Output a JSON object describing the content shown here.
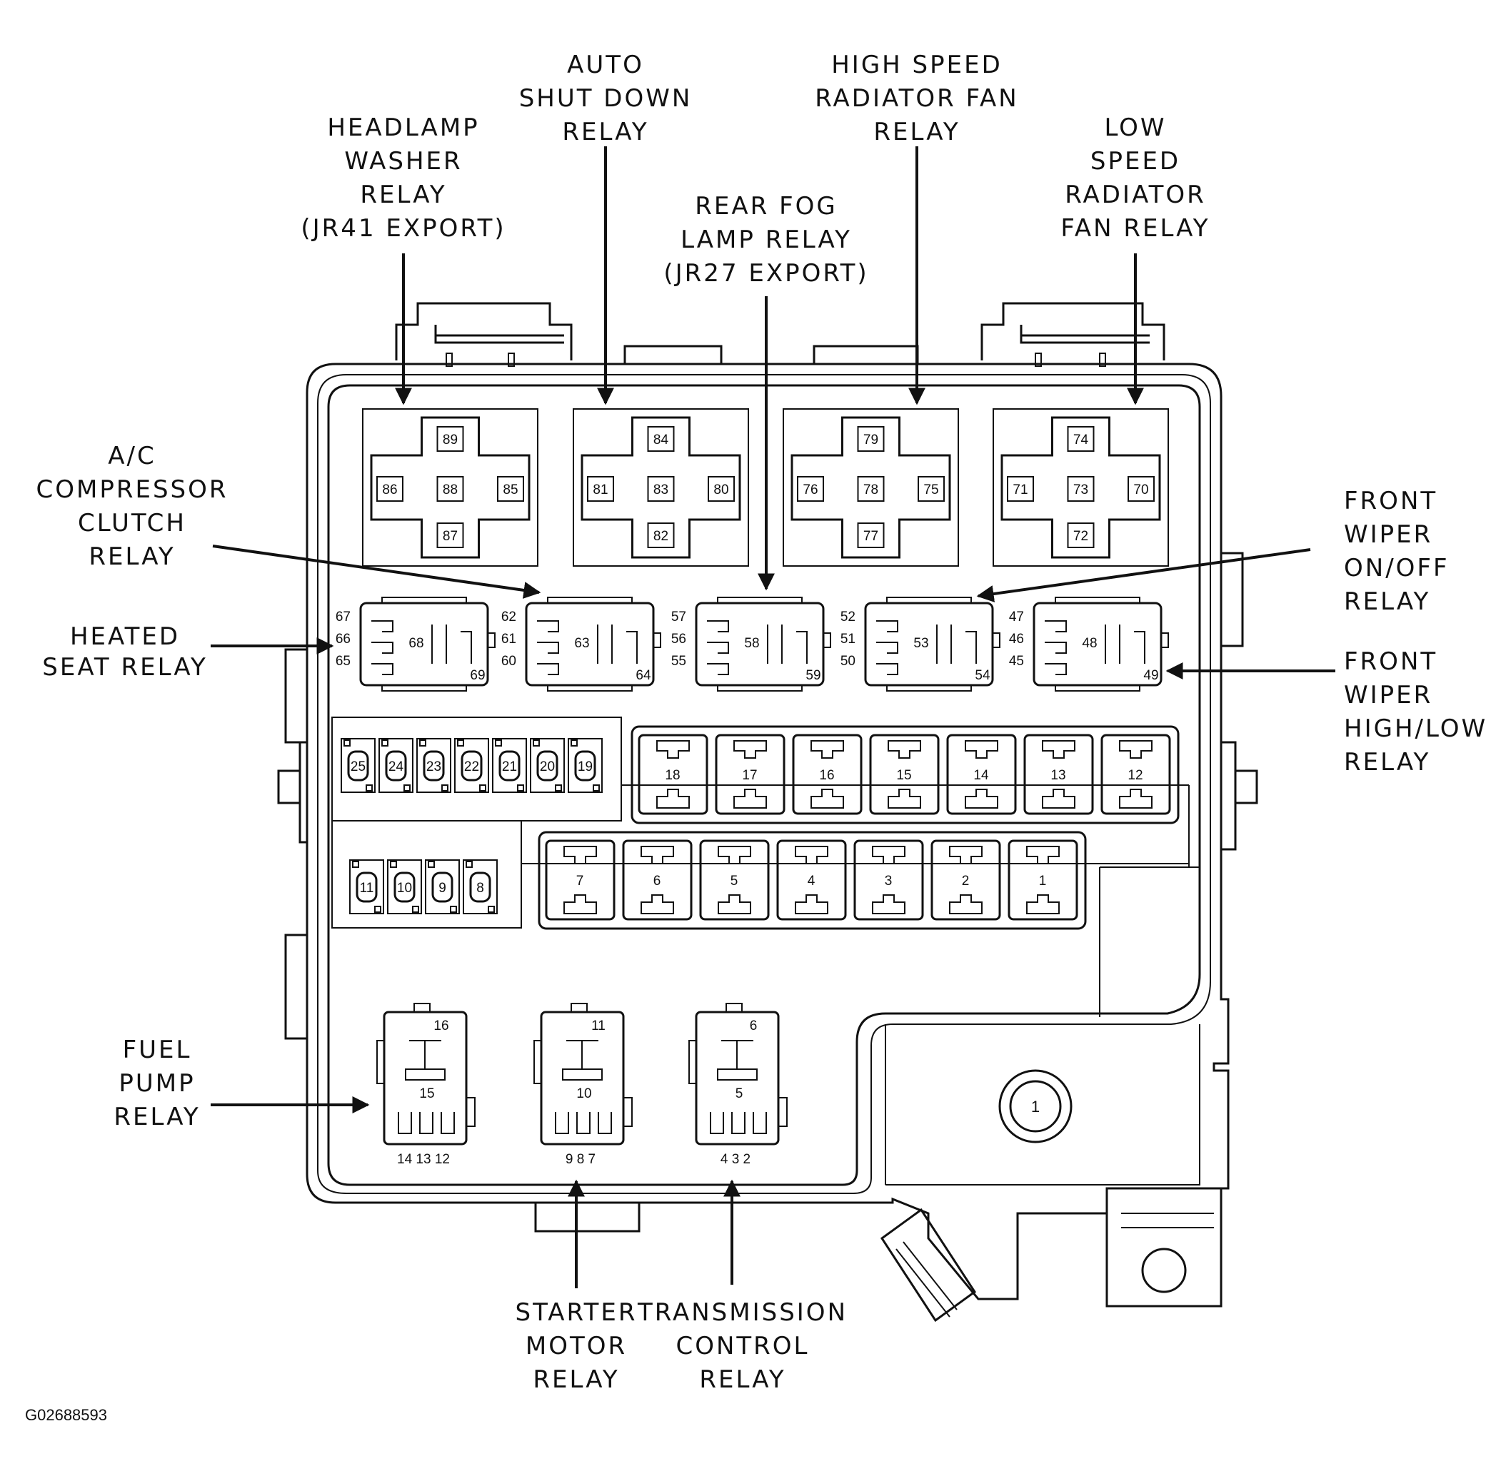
{
  "labels": {
    "headlamp_washer": [
      "HEADLAMP",
      "WASHER",
      "RELAY",
      "(JR41 EXPORT)"
    ],
    "auto_shut_down": [
      "AUTO",
      "SHUT DOWN",
      "RELAY"
    ],
    "high_speed_fan": [
      "HIGH SPEED",
      "RADIATOR FAN",
      "RELAY"
    ],
    "low_speed_fan": [
      "LOW",
      "SPEED",
      "RADIATOR",
      "FAN RELAY"
    ],
    "rear_fog": [
      "REAR FOG",
      "LAMP RELAY",
      "(JR27 EXPORT)"
    ],
    "ac_compressor": [
      "A/C",
      "COMPRESSOR",
      "CLUTCH",
      "RELAY"
    ],
    "heated_seat": [
      "HEATED",
      "SEAT RELAY"
    ],
    "front_wiper_onoff": [
      "FRONT",
      "WIPER",
      "ON/OFF",
      "RELAY"
    ],
    "front_wiper_highlow": [
      "FRONT",
      "WIPER",
      "HIGH/LOW",
      "RELAY"
    ],
    "fuel_pump": [
      "FUEL",
      "PUMP",
      "RELAY"
    ],
    "starter_motor": [
      "STARTER",
      "MOTOR",
      "RELAY"
    ],
    "transmission_control": [
      "TRANSMISSION",
      "CONTROL",
      "RELAY"
    ]
  },
  "large_relays": [
    {
      "top": "89",
      "left": "86",
      "center": "88",
      "right": "85",
      "bottom": "87"
    },
    {
      "top": "84",
      "left": "81",
      "center": "83",
      "right": "80",
      "bottom": "82"
    },
    {
      "top": "79",
      "left": "76",
      "center": "78",
      "right": "75",
      "bottom": "77"
    },
    {
      "top": "74",
      "left": "71",
      "center": "73",
      "right": "70",
      "bottom": "72"
    }
  ],
  "mini_relays": [
    {
      "side": [
        "67",
        "66",
        "65"
      ],
      "center": "68",
      "corner": "69"
    },
    {
      "side": [
        "62",
        "61",
        "60"
      ],
      "center": "63",
      "corner": "64"
    },
    {
      "side": [
        "57",
        "56",
        "55"
      ],
      "center": "58",
      "corner": "59"
    },
    {
      "side": [
        "52",
        "51",
        "50"
      ],
      "center": "53",
      "corner": "54"
    },
    {
      "side": [
        "47",
        "46",
        "45"
      ],
      "center": "48",
      "corner": "49"
    }
  ],
  "small_fuses_row1": [
    "25",
    "24",
    "23",
    "22",
    "21",
    "20",
    "19"
  ],
  "small_fuses_row2": [
    "11",
    "10",
    "9",
    "8"
  ],
  "cartridge_fuses_row1": [
    "18",
    "17",
    "16",
    "15",
    "14",
    "13",
    "12"
  ],
  "cartridge_fuses_row2": [
    "7",
    "6",
    "5",
    "4",
    "3",
    "2",
    "1"
  ],
  "bottom_relays": [
    {
      "top": "16",
      "center": "15",
      "pins": "14  13  12"
    },
    {
      "top": "11",
      "center": "10",
      "pins": "9   8   7"
    },
    {
      "top": "6",
      "center": "5",
      "pins": "4   3   2"
    }
  ],
  "stud_label": "1",
  "figure_code": "G02688593"
}
